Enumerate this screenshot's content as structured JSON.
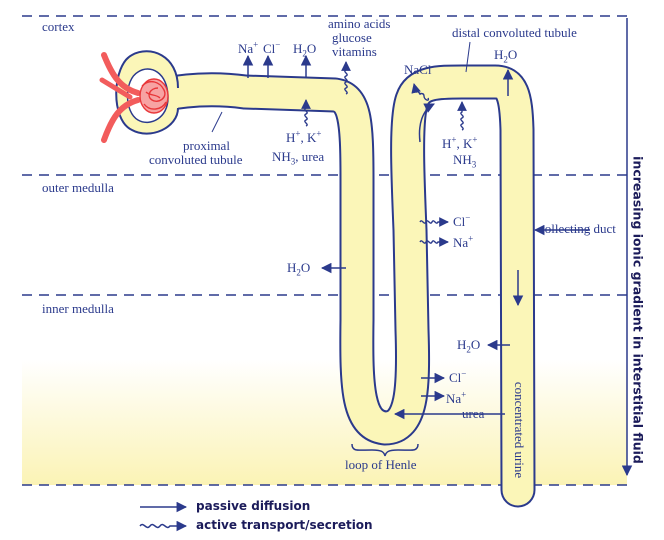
{
  "zones": {
    "cortex": "cortex",
    "outer_medulla": "outer medulla",
    "inner_medulla": "inner medulla"
  },
  "labels": {
    "na": "Na",
    "cl": "Cl",
    "plus": "+",
    "minus": "−",
    "h": "H",
    "o": "O",
    "two": "2",
    "three": "3",
    "h_k": "H",
    "k": ", K",
    "nh3_urea": "NH",
    "urea_suffix": ", urea",
    "amino_acids": "amino acids",
    "glucose": "glucose",
    "vitamins": "vitamins",
    "proximal_1": "proximal",
    "proximal_2": "convoluted tubule",
    "distal": "distal convoluted tubule",
    "nacl": "NaCl",
    "collecting_duct": "collecting duct",
    "urea": "urea",
    "loop_of_henle": "loop of Henle",
    "concentrated_urine": "concentrated urine",
    "gradient": "increasing ionic gradient in interstitial fluid"
  },
  "legend": {
    "passive": "passive diffusion",
    "active": "active transport/secretion"
  },
  "colors": {
    "ink": "#2b3a8c",
    "tubule_fill": "#fbf6b8",
    "tubule_stroke": "#2b3a8c",
    "vessel": "#f25c5c",
    "gradient_bottom": "#fbf3b5"
  }
}
